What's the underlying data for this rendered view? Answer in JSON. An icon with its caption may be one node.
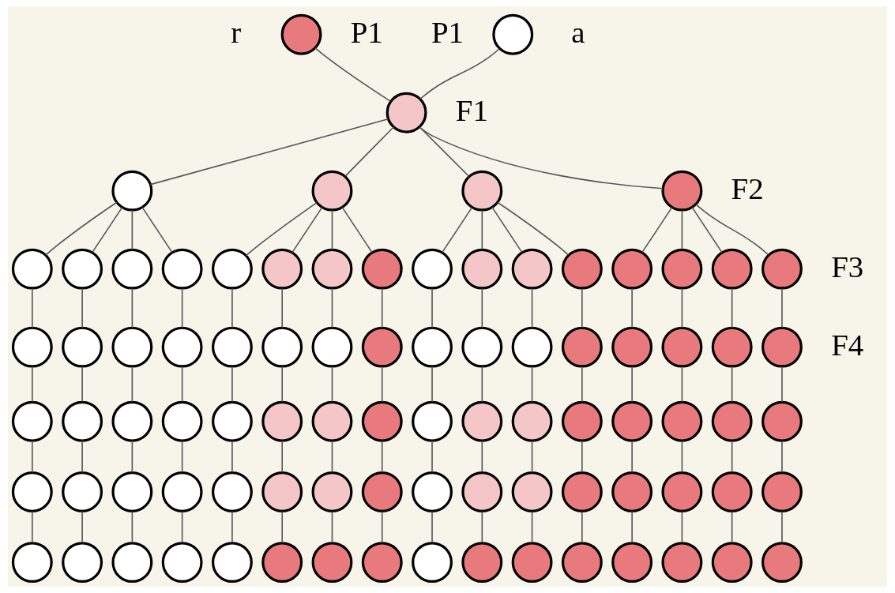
{
  "diagram": {
    "nodes": [
      {
        "text": [],
        "shape": "circle",
        "beside": [
          "P1",
          "a"
        ]
      },
      {
        "text": [],
        "shape": "circle",
        "beside": [
          "r",
          "P1"
        ]
      },
      {
        "text": [],
        "shape": "circle"
      },
      {
        "text": [],
        "shape": "circle"
      },
      {
        "text": [],
        "shape": "circle"
      },
      {
        "text": [],
        "shape": "circle"
      },
      {
        "text": [],
        "shape": "circle"
      },
      {
        "text": [],
        "shape": "circle"
      },
      {
        "text": [],
        "shape": "circle"
      },
      {
        "text": [],
        "shape": "circle"
      },
      {
        "text": [],
        "shape": "circle"
      },
      {
        "text": [],
        "shape": "circle"
      },
      {
        "text": [],
        "shape": "circle"
      },
      {
        "text": [],
        "shape": "circle"
      },
      {
        "text": [],
        "shape": "circle"
      },
      {
        "text": [],
        "shape": "circle"
      },
      {
        "text": [],
        "shape": "circle"
      },
      {
        "text": [],
        "shape": "circle"
      },
      {
        "text": [],
        "shape": "circle"
      },
      {
        "text": [],
        "shape": "circle"
      },
      {
        "text": [],
        "shape": "circle"
      },
      {
        "text": [],
        "shape": "circle"
      },
      {
        "text": [],
        "shape": "circle"
      },
      {
        "text": [],
        "shape": "circle"
      },
      {
        "text": [],
        "shape": "circle"
      },
      {
        "text": [],
        "shape": "circle"
      },
      {
        "text": [],
        "shape": "circle"
      },
      {
        "text": [],
        "shape": "circle"
      },
      {
        "text": [],
        "shape": "circle"
      },
      {
        "text": [],
        "shape": "circle"
      },
      {
        "text": [],
        "shape": "circle"
      },
      {
        "text": [],
        "shape": "circle"
      },
      {
        "text": [],
        "shape": "circle"
      },
      {
        "text": [],
        "shape": "circle"
      },
      {
        "text": [],
        "shape": "circle"
      },
      {
        "text": [],
        "shape": "circle"
      },
      {
        "text": [],
        "shape": "circle"
      },
      {
        "text": [],
        "shape": "circle"
      },
      {
        "text": [],
        "shape": "circle"
      },
      {
        "text": [],
        "shape": "circle"
      },
      {
        "text": [],
        "shape": "circle"
      },
      {
        "text": [],
        "shape": "circle"
      },
      {
        "text": [],
        "shape": "circle"
      },
      {
        "text": [],
        "shape": "circle"
      },
      {
        "text": [],
        "shape": "circle"
      },
      {
        "text": [],
        "shape": "circle"
      },
      {
        "text": [],
        "shape": "circle"
      },
      {
        "text": [],
        "shape": "circle"
      },
      {
        "text": [],
        "shape": "circle"
      },
      {
        "text": [],
        "shape": "circle"
      },
      {
        "text": [],
        "shape": "circle"
      },
      {
        "text": [],
        "shape": "circle"
      },
      {
        "text": [],
        "shape": "circle"
      },
      {
        "text": [],
        "shape": "circle"
      },
      {
        "text": [],
        "shape": "circle"
      },
      {
        "text": [],
        "shape": "circle"
      },
      {
        "text": [],
        "shape": "circle"
      },
      {
        "text": [],
        "shape": "circle"
      },
      {
        "text": [],
        "shape": "circle"
      },
      {
        "text": [],
        "shape": "circle"
      },
      {
        "text": [],
        "shape": "circle"
      },
      {
        "text": [],
        "shape": "circle"
      },
      {
        "text": [],
        "shape": "circle"
      },
      {
        "text": [],
        "shape": "circle"
      },
      {
        "text": [],
        "shape": "circle"
      },
      {
        "text": [],
        "shape": "circle"
      },
      {
        "text": [],
        "shape": "circle"
      },
      {
        "text": [],
        "shape": "circle"
      },
      {
        "text": [],
        "shape": "circle"
      },
      {
        "text": [],
        "shape": "circle"
      },
      {
        "text": [],
        "shape": "circle"
      },
      {
        "text": [],
        "shape": "circle"
      },
      {
        "text": [],
        "shape": "circle"
      },
      {
        "text": [],
        "shape": "circle"
      },
      {
        "text": [],
        "shape": "circle"
      },
      {
        "text": [],
        "shape": "circle"
      },
      {
        "text": [],
        "shape": "circle"
      },
      {
        "text": [],
        "shape": "circle"
      },
      {
        "text": [],
        "shape": "circle"
      },
      {
        "text": [],
        "shape": "circle"
      },
      {
        "text": [],
        "shape": "circle"
      },
      {
        "text": [],
        "shape": "circle"
      },
      {
        "text": [],
        "shape": "circle"
      },
      {
        "text": [],
        "shape": "circle"
      },
      {
        "text": [],
        "shape": "circle"
      },
      {
        "text": [],
        "shape": "circle"
      },
      {
        "text": [],
        "shape": "circle"
      }
    ],
    "edges": [
      {
        "from": 0,
        "to": 2,
        "arrow": "none"
      },
      {
        "from": 1,
        "to": 2,
        "arrow": "none"
      },
      {
        "from": 2,
        "to": 3,
        "arrow": "none"
      },
      {
        "from": 2,
        "to": 4,
        "arrow": "none"
      },
      {
        "from": 2,
        "to": 5,
        "arrow": "none"
      },
      {
        "from": 2,
        "to": 6,
        "arrow": "none"
      },
      {
        "from": 3,
        "to": 7,
        "arrow": "none"
      },
      {
        "from": 3,
        "to": 8,
        "arrow": "none"
      },
      {
        "from": 3,
        "to": 9,
        "arrow": "none"
      },
      {
        "from": 3,
        "to": 10,
        "arrow": "none"
      },
      {
        "from": 4,
        "to": 11,
        "arrow": "none"
      },
      {
        "from": 4,
        "to": 12,
        "arrow": "none"
      },
      {
        "from": 4,
        "to": 13,
        "arrow": "none"
      },
      {
        "from": 4,
        "to": 14,
        "arrow": "none"
      },
      {
        "from": 5,
        "to": 15,
        "arrow": "none"
      },
      {
        "from": 5,
        "to": 16,
        "arrow": "none"
      },
      {
        "from": 5,
        "to": 17,
        "arrow": "none"
      },
      {
        "from": 5,
        "to": 18,
        "arrow": "none"
      },
      {
        "from": 6,
        "to": 19,
        "arrow": "none"
      },
      {
        "from": 6,
        "to": 20,
        "arrow": "none"
      },
      {
        "from": 6,
        "to": 21,
        "arrow": "none"
      },
      {
        "from": 6,
        "to": 22,
        "arrow": "none"
      },
      {
        "from": 7,
        "to": 23,
        "arrow": "none"
      },
      {
        "from": 8,
        "to": 24,
        "arrow": "none"
      },
      {
        "from": 9,
        "to": 25,
        "arrow": "none"
      },
      {
        "from": 10,
        "to": 26,
        "arrow": "none"
      },
      {
        "from": 11,
        "to": 27,
        "arrow": "none"
      },
      {
        "from": 12,
        "to": 28,
        "arrow": "none"
      },
      {
        "from": 13,
        "to": 29,
        "arrow": "none"
      },
      {
        "from": 14,
        "to": 30,
        "arrow": "none"
      },
      {
        "from": 15,
        "to": 31,
        "arrow": "none"
      },
      {
        "from": 16,
        "to": 32,
        "arrow": "none"
      },
      {
        "from": 17,
        "to": 33,
        "arrow": "none"
      },
      {
        "from": 18,
        "to": 34,
        "arrow": "none"
      },
      {
        "from": 19,
        "to": 35,
        "arrow": "none"
      },
      {
        "from": 20,
        "to": 36,
        "arrow": "none"
      },
      {
        "from": 21,
        "to": 37,
        "arrow": "none"
      },
      {
        "from": 22,
        "to": 38,
        "arrow": "none"
      },
      {
        "from": 23,
        "to": 39,
        "arrow": "none"
      },
      {
        "from": 24,
        "to": 40,
        "arrow": "none"
      },
      {
        "from": 25,
        "to": 41,
        "arrow": "none"
      },
      {
        "from": 26,
        "to": 42,
        "arrow": "none"
      },
      {
        "from": 27,
        "to": 43,
        "arrow": "none"
      },
      {
        "from": 28,
        "to": 44,
        "arrow": "none"
      },
      {
        "from": 29,
        "to": 45,
        "arrow": "none"
      },
      {
        "from": 30,
        "to": 46,
        "arrow": "none"
      },
      {
        "from": 31,
        "to": 47,
        "arrow": "none"
      },
      {
        "from": 32,
        "to": 48,
        "arrow": "none"
      },
      {
        "from": 33,
        "to": 49,
        "arrow": "none"
      },
      {
        "from": 34,
        "to": 50,
        "arrow": "none"
      },
      {
        "from": 35,
        "to": 51,
        "arrow": "none"
      },
      {
        "from": 36,
        "to": 52,
        "arrow": "none"
      },
      {
        "from": 37,
        "to": 53,
        "arrow": "none"
      },
      {
        "from": 38,
        "to": 54,
        "arrow": "none"
      },
      {
        "from": 39,
        "to": 55,
        "arrow": "none"
      },
      {
        "from": 40,
        "to": 56,
        "arrow": "none"
      },
      {
        "from": 41,
        "to": 57,
        "arrow": "none"
      },
      {
        "from": 42,
        "to": 58,
        "arrow": "none"
      },
      {
        "from": 43,
        "to": 59,
        "arrow": "none"
      },
      {
        "from": 44,
        "to": 60,
        "arrow": "none"
      },
      {
        "from": 45,
        "to": 61,
        "arrow": "none"
      },
      {
        "from": 46,
        "to": 62,
        "arrow": "none"
      },
      {
        "from": 47,
        "to": 63,
        "arrow": "none"
      },
      {
        "from": 48,
        "to": 64,
        "arrow": "none"
      },
      {
        "from": 49,
        "to": 65,
        "arrow": "none"
      },
      {
        "from": 50,
        "to": 66,
        "arrow": "none"
      },
      {
        "from": 51,
        "to": 67,
        "arrow": "none"
      },
      {
        "from": 52,
        "to": 68,
        "arrow": "none"
      },
      {
        "from": 53,
        "to": 69,
        "arrow": "none"
      },
      {
        "from": 54,
        "to": 70,
        "arrow": "none"
      },
      {
        "from": 55,
        "to": 71,
        "arrow": "none"
      },
      {
        "from": 56,
        "to": 72,
        "arrow": "none"
      },
      {
        "from": 57,
        "to": 73,
        "arrow": "none"
      },
      {
        "from": 58,
        "to": 74,
        "arrow": "none"
      },
      {
        "from": 59,
        "to": 75,
        "arrow": "none"
      },
      {
        "from": 60,
        "to": 76,
        "arrow": "none"
      },
      {
        "from": 61,
        "to": 77,
        "arrow": "none"
      },
      {
        "from": 62,
        "to": 78,
        "arrow": "none"
      },
      {
        "from": 63,
        "to": 79,
        "arrow": "none"
      },
      {
        "from": 64,
        "to": 80,
        "arrow": "none"
      },
      {
        "from": 65,
        "to": 81,
        "arrow": "none"
      },
      {
        "from": 66,
        "to": 82,
        "arrow": "none"
      },
      {
        "from": 67,
        "to": 83,
        "arrow": "none"
      },
      {
        "from": 68,
        "to": 84,
        "arrow": "none"
      },
      {
        "from": 69,
        "to": 85,
        "arrow": "none"
      },
      {
        "from": 70,
        "to": 86,
        "arrow": "none"
      }
    ],
    "labels": [
      "F1",
      "F2",
      "F3",
      "F4"
    ]
  }
}
